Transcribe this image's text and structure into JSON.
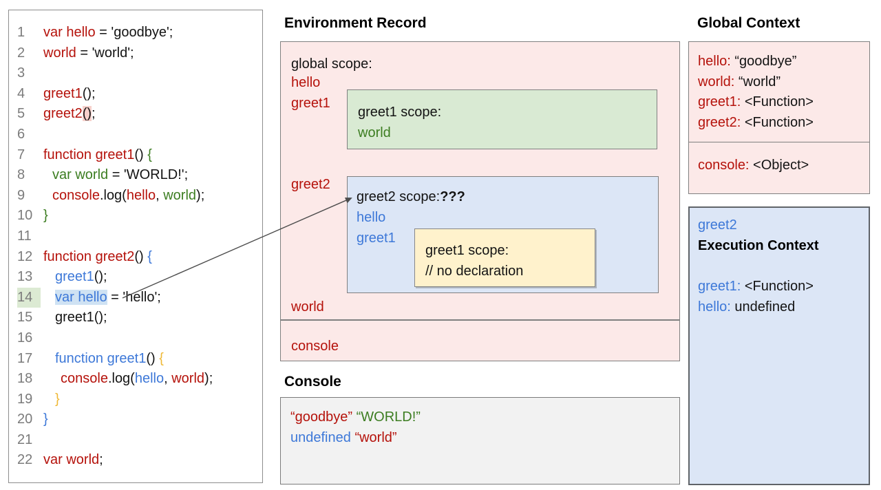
{
  "palette": {
    "token_red": "#b5120b",
    "token_green": "#3c7d21",
    "token_blue": "#3d78d8",
    "token_amber": "#efb937",
    "line_number_gray": "#7b7b7b",
    "pink_bg": "#fce9e8",
    "green_bg": "#d9ead3",
    "blue_bg": "#dce6f6",
    "yellow_bg": "#fff2cc",
    "console_gray_bg": "#f2f2f2",
    "highlight_pink": "#f6d0cb",
    "highlight_blue": "#cfe2f3",
    "highlight_green": "#dcead3"
  },
  "code_panel": {
    "lines": [
      {
        "n": "1",
        "indent": 0,
        "tokens": [
          {
            "t": "var hello",
            "c": "red"
          },
          {
            "t": " = 'goodbye';",
            "c": "black"
          }
        ]
      },
      {
        "n": "2",
        "indent": 0,
        "tokens": [
          {
            "t": "world",
            "c": "red"
          },
          {
            "t": " = 'world';",
            "c": "black"
          }
        ]
      },
      {
        "n": "3",
        "indent": 0,
        "tokens": []
      },
      {
        "n": "4",
        "indent": 0,
        "tokens": [
          {
            "t": "greet1",
            "c": "red"
          },
          {
            "t": "();",
            "c": "black"
          }
        ]
      },
      {
        "n": "5",
        "indent": 0,
        "tokens": [
          {
            "t": "greet2",
            "c": "red"
          },
          {
            "t": "()",
            "c": "black",
            "hl": "pink"
          },
          {
            "t": ";",
            "c": "black"
          }
        ]
      },
      {
        "n": "6",
        "indent": 0,
        "tokens": []
      },
      {
        "n": "7",
        "indent": 0,
        "tokens": [
          {
            "t": "function greet1",
            "c": "red"
          },
          {
            "t": "() ",
            "c": "black"
          },
          {
            "t": "{",
            "c": "green"
          }
        ]
      },
      {
        "n": "8",
        "indent": 1,
        "tokens": [
          {
            "t": "var world",
            "c": "green"
          },
          {
            "t": " = 'WORLD!';",
            "c": "black"
          }
        ]
      },
      {
        "n": "9",
        "indent": 1,
        "tokens": [
          {
            "t": "console",
            "c": "red"
          },
          {
            "t": ".log(",
            "c": "black"
          },
          {
            "t": "hello",
            "c": "red"
          },
          {
            "t": ", ",
            "c": "black"
          },
          {
            "t": "world",
            "c": "green"
          },
          {
            "t": ");",
            "c": "black"
          }
        ]
      },
      {
        "n": "10",
        "indent": 0,
        "tokens": [
          {
            "t": "}",
            "c": "green"
          }
        ]
      },
      {
        "n": "11",
        "indent": 0,
        "tokens": []
      },
      {
        "n": "12",
        "indent": 0,
        "tokens": [
          {
            "t": "function greet2",
            "c": "red"
          },
          {
            "t": "() ",
            "c": "black"
          },
          {
            "t": "{",
            "c": "blue"
          }
        ]
      },
      {
        "n": "13",
        "indent": 2,
        "tokens": [
          {
            "t": "greet1",
            "c": "blue"
          },
          {
            "t": "();",
            "c": "black"
          }
        ]
      },
      {
        "n": "14",
        "indent": 2,
        "n_hl": "green",
        "tokens": [
          {
            "t": "var hello",
            "c": "blue",
            "hl": "blue"
          },
          {
            "t": " = 'hello';",
            "c": "black"
          }
        ]
      },
      {
        "n": "15",
        "indent": 2,
        "tokens": [
          {
            "t": "greet1();",
            "c": "black"
          }
        ]
      },
      {
        "n": "16",
        "indent": 0,
        "tokens": []
      },
      {
        "n": "17",
        "indent": 2,
        "tokens": [
          {
            "t": "function greet1",
            "c": "blue"
          },
          {
            "t": "() ",
            "c": "black"
          },
          {
            "t": "{",
            "c": "amber"
          }
        ]
      },
      {
        "n": "18",
        "indent": 3,
        "tokens": [
          {
            "t": "console",
            "c": "red"
          },
          {
            "t": ".log(",
            "c": "black"
          },
          {
            "t": "hello",
            "c": "blue"
          },
          {
            "t": ", ",
            "c": "black"
          },
          {
            "t": "world",
            "c": "red"
          },
          {
            "t": ");",
            "c": "black"
          }
        ]
      },
      {
        "n": "19",
        "indent": 2,
        "tokens": [
          {
            "t": "}",
            "c": "amber"
          }
        ]
      },
      {
        "n": "20",
        "indent": 0,
        "tokens": [
          {
            "t": "}",
            "c": "blue"
          }
        ]
      },
      {
        "n": "21",
        "indent": 0,
        "tokens": []
      },
      {
        "n": "22",
        "indent": 0,
        "tokens": [
          {
            "t": "var world",
            "c": "red"
          },
          {
            "t": ";",
            "c": "black"
          }
        ]
      }
    ]
  },
  "environment_record": {
    "title": "Environment Record",
    "global_scope_label": "global scope:",
    "hello_label": "hello",
    "greet1_label": "greet1",
    "greet2_label": "greet2",
    "world_label": "world",
    "console_label": "console",
    "greet1_scope": {
      "title_tokens": [
        {
          "t": "greet1 scope:",
          "c": "black"
        }
      ],
      "entry_tokens": [
        {
          "t": "world",
          "c": "green"
        }
      ]
    },
    "greet2_scope": {
      "title_tokens": [
        {
          "t": "greet2 scope:",
          "c": "black"
        },
        {
          "t": "???",
          "c": "black",
          "b": true
        }
      ],
      "entry_lines": [
        [
          {
            "t": "hello",
            "c": "blue"
          }
        ],
        [
          {
            "t": "greet1",
            "c": "blue"
          }
        ]
      ]
    },
    "inner_greet1_scope": {
      "line1": "greet1 scope:",
      "line2": "// no declaration"
    }
  },
  "console_panel": {
    "title": "Console",
    "lines": [
      [
        {
          "t": "“goodbye”",
          "c": "red"
        },
        {
          "t": " ",
          "c": "black"
        },
        {
          "t": "“WORLD!”",
          "c": "green"
        }
      ],
      [
        {
          "t": "undefined",
          "c": "blue"
        },
        {
          "t": " ",
          "c": "black"
        },
        {
          "t": "“world”",
          "c": "red"
        }
      ]
    ]
  },
  "global_context": {
    "title": "Global Context",
    "section1_lines": [
      [
        {
          "t": "hello:",
          "c": "red"
        },
        {
          "t": " “goodbye”",
          "c": "black"
        }
      ],
      [
        {
          "t": "world:",
          "c": "red"
        },
        {
          "t": " “world”",
          "c": "black"
        }
      ],
      [
        {
          "t": "greet1:",
          "c": "red"
        },
        {
          "t": " <Function>",
          "c": "black"
        }
      ],
      [
        {
          "t": "greet2:",
          "c": "red"
        },
        {
          "t": " <Function>",
          "c": "black"
        }
      ]
    ],
    "section2_lines": [
      [
        {
          "t": "console:",
          "c": "red"
        },
        {
          "t": " <Object>",
          "c": "black"
        }
      ]
    ]
  },
  "execution_context": {
    "name": "greet2",
    "title": "Execution Context",
    "entry_lines": [
      [
        {
          "t": "greet1:",
          "c": "blue"
        },
        {
          "t": " <Function>",
          "c": "black"
        }
      ],
      [
        {
          "t": "hello:",
          "c": "blue"
        },
        {
          "t": " undefined",
          "c": "black"
        }
      ]
    ]
  }
}
